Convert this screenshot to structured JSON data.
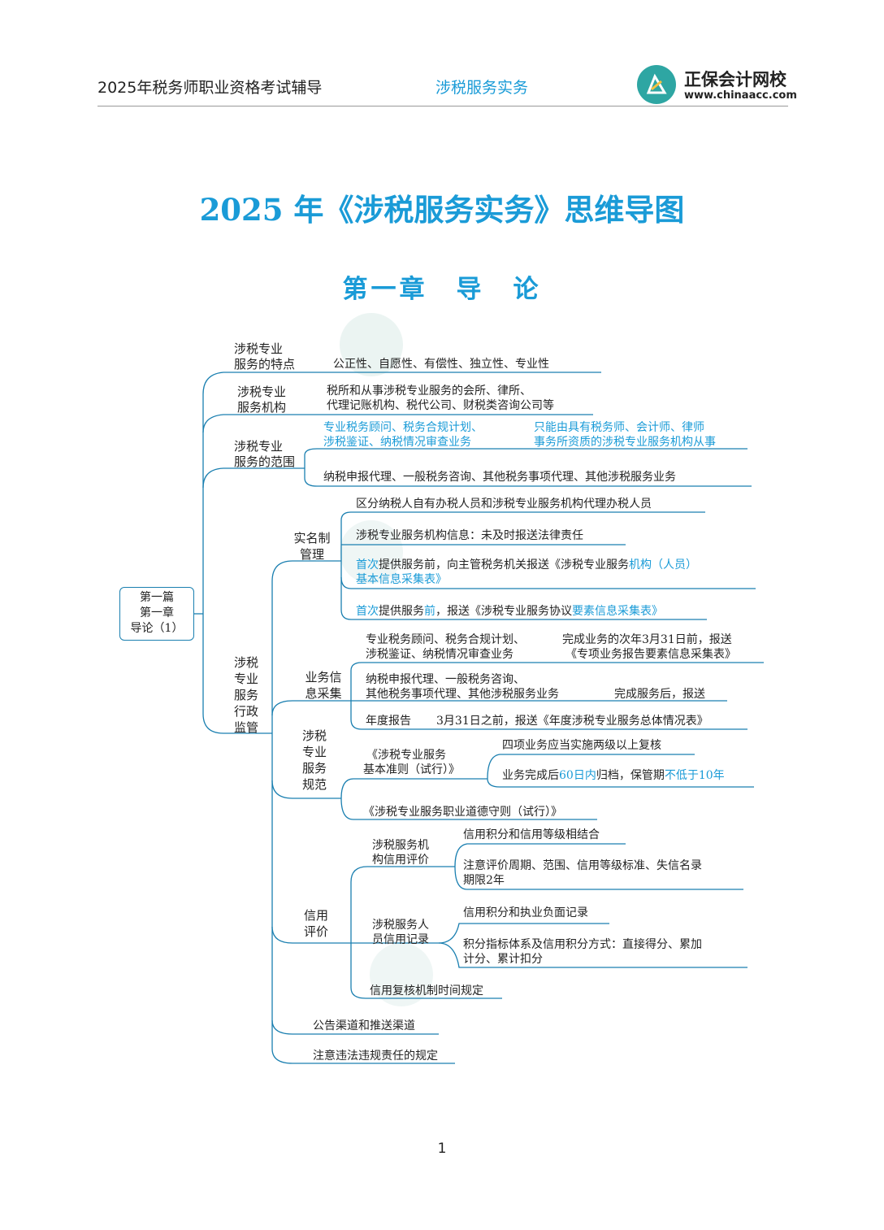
{
  "header": {
    "left": "2025年税务师职业资格考试辅导",
    "center": "涉税服务实务",
    "logo_name": "正保会计网校",
    "logo_url": "www.chinaacc.com"
  },
  "title": "2025 年《涉税服务实务》思维导图",
  "chapter": "第一章　导　论",
  "root": [
    "第一篇",
    "第一章",
    "导论（1）"
  ],
  "sec1": {
    "label": [
      "涉税专业",
      "服务的特点"
    ],
    "text": "公正性、自愿性、有偿性、独立性、专业性"
  },
  "sec2": {
    "label": [
      "涉税专业",
      "服务机构"
    ],
    "text": [
      "税所和从事涉税专业服务的会所、律所、",
      "代理记账机构、税代公司、财税类咨询公司等"
    ]
  },
  "sec3": {
    "label": [
      "涉税专业",
      "服务的范围"
    ],
    "a": [
      "专业税务顾问、税务合规计划、",
      "涉税鉴证、纳税情况审查业务"
    ],
    "a_note": [
      "只能由具有税务师、会计师、律师",
      "事务所资质的涉税专业服务机构从事"
    ],
    "b": "纳税申报代理、一般税务咨询、其他税务事项代理、其他涉税服务业务"
  },
  "sec4": {
    "label": [
      "涉税",
      "专业",
      "服务",
      "行政",
      "监管"
    ],
    "realname": {
      "label": [
        "实名制",
        "管理"
      ],
      "i1": "区分纳税人自有办税人员和涉税专业服务机构代理办税人员",
      "i2": "涉税专业服务机构信息：未及时报送法律责任",
      "i3a": "首次",
      "i3b": "提供服务前，向主管税务机关报送《涉税专业服务",
      "i3c": "机构（人员）",
      "i3d": "基本信息采集表》",
      "i4a": "首次",
      "i4b": "提供服务",
      "i4c": "前",
      "i4d": "，报送《涉税专业服务协议",
      "i4e": "要素信息采集表》"
    },
    "business": {
      "label": [
        "业务信",
        "息采集"
      ],
      "i1": [
        "专业税务顾问、税务合规计划、",
        "涉税鉴证、纳税情况审查业务"
      ],
      "i1_note": [
        "完成业务的次年3月31日前，报送",
        "《专项业务报告要素信息采集表》"
      ],
      "i2": [
        "纳税申报代理、一般税务咨询、",
        "其他税务事项代理、其他涉税服务业务"
      ],
      "i2_note": "完成服务后，报送",
      "i3": "年度报告",
      "i3_note": "3月31日之前，报送《年度涉税专业服务总体情况表》"
    },
    "norms": {
      "label": [
        "涉税",
        "专业",
        "服务",
        "规范"
      ],
      "i1": [
        "《涉税专业服务",
        "基本准则（试行）》"
      ],
      "i1a": "四项业务应当实施两级以上复核",
      "i1b1": "业务完成后",
      "i1b2": "60日内",
      "i1b3": "归档，保管期",
      "i1b4": "不低于10年",
      "i2": "《涉税专业服务职业道德守则（试行）》"
    },
    "credit": {
      "label": [
        "信用",
        "评价"
      ],
      "org": [
        "涉税服务机",
        "构信用评价"
      ],
      "org1": "信用积分和信用等级相结合",
      "org2": [
        "注意评价周期、范围、信用等级标准、失信名录",
        "期限2年"
      ],
      "person": [
        "涉税服务人",
        "员信用记录"
      ],
      "p1": "信用积分和执业负面记录",
      "p2": [
        "积分指标体系及信用积分方式：直接得分、累加",
        "计分、累计扣分"
      ],
      "review": "信用复核机制时间规定"
    },
    "announce": "公告渠道和推送渠道",
    "liability": "注意违法违规责任的规定"
  },
  "page_number": "1",
  "colors": {
    "accent": "#1a9bd7",
    "line": "#1a7fb0"
  }
}
